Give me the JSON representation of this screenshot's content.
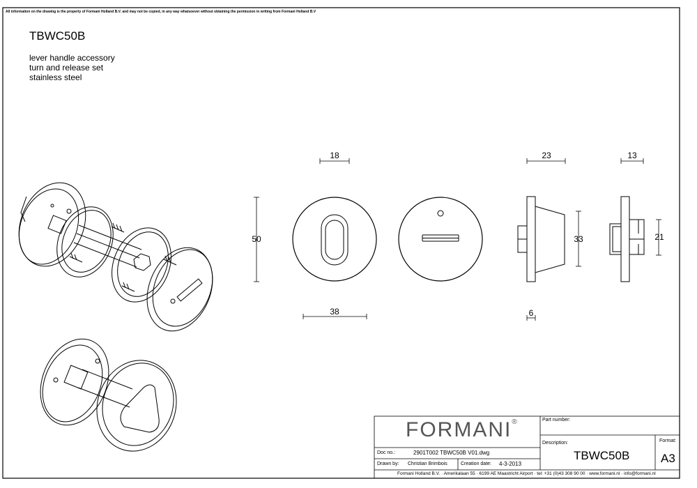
{
  "notice": "All information on the drawing is the property of Formani Holland B.V. and may not be copied, in any way whatsoever without obtaining the permission in writing from Formani Holland B.V",
  "product": {
    "code": "TBWC50B",
    "description_lines": [
      "lever handle accessory",
      "turn and release set",
      "stainless steel"
    ]
  },
  "dimensions": {
    "d18": "18",
    "d38": "38",
    "d50": "50",
    "d23": "23",
    "d6": "6",
    "d33": "33",
    "d13": "13",
    "d21": "21"
  },
  "title_block": {
    "brand": "FORMANI",
    "brand_mark": "®",
    "part_number_label": "Part number:",
    "description_label": "Description:",
    "description_value": "TBWC50B",
    "format_label": "Format:",
    "format_value": "A3",
    "doc_label": "Doc no.:",
    "doc_value": "2901T002 TBWC50B V01.dwg",
    "drawn_label": "Drawn by:",
    "drawn_value": "Christian Brimbois",
    "created_label": "Creation date:",
    "created_value": "4-3-2013",
    "footer": "Formani Holland B.V. · Amerikalaan 55 · 6199 AE Maastricht Airport · tel: +31 (0)43 308 90 00 · www.formani.nl · info@formani.nl"
  }
}
